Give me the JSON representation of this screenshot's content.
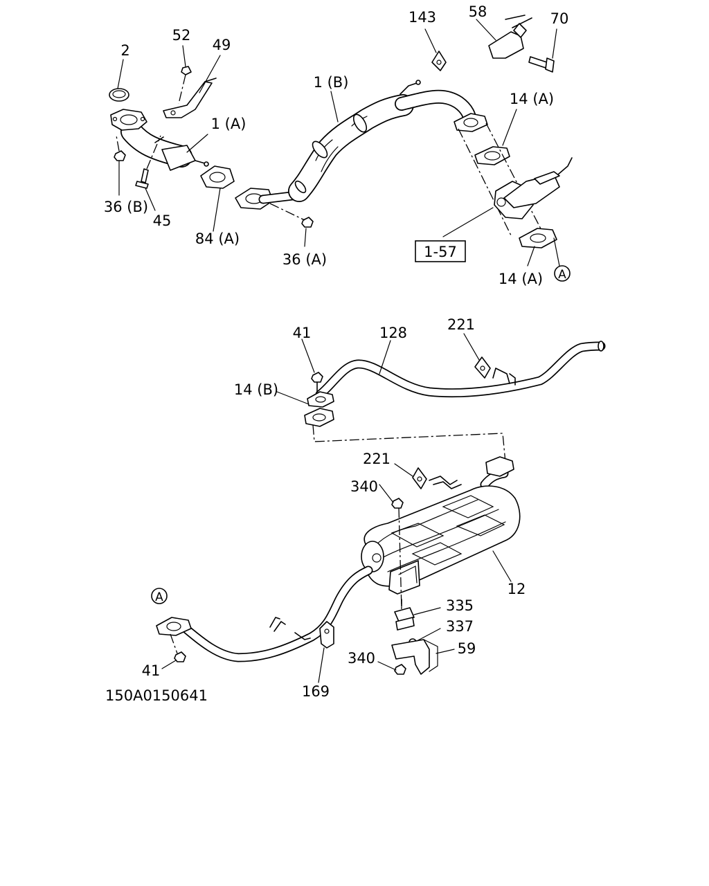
{
  "diagram_id": "150A0150641",
  "reference": "1-57",
  "marker": "A",
  "labels": {
    "p2": "2",
    "p52": "52",
    "p49": "49",
    "p1a": "1 (A)",
    "p36b": "36 (B)",
    "p45": "45",
    "p84a": "84 (A)",
    "p36a": "36 (A)",
    "p1b": "1 (B)",
    "p143": "143",
    "p58": "58",
    "p70": "70",
    "p14a_top": "14 (A)",
    "p14a_bottom": "14 (A)",
    "p41_top": "41",
    "p128": "128",
    "p221_top": "221",
    "p14b": "14 (B)",
    "p221_mid": "221",
    "p340_top": "340",
    "p12": "12",
    "p335": "335",
    "p337": "337",
    "p59": "59",
    "p340_bottom": "340",
    "p41_bottom": "41",
    "p169": "169"
  }
}
